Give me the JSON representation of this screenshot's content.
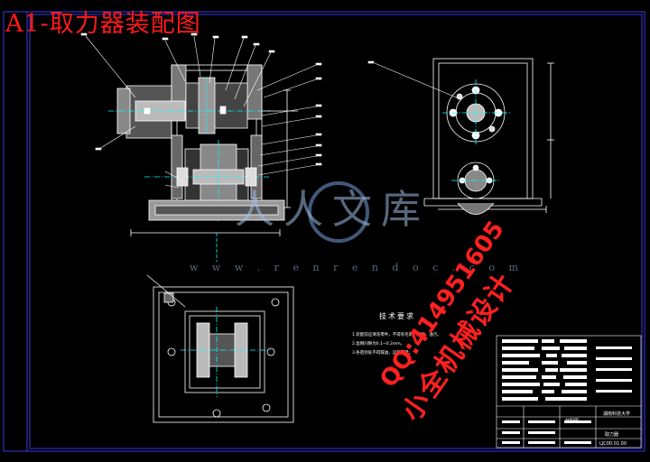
{
  "title_overlay": "A1-取力器装配图",
  "watermark": {
    "text": "人人文库",
    "url": "w w w . r e n r e n d o c . c o m"
  },
  "promo": {
    "qq": "QQ:414951605",
    "designer": "小全机械设计"
  },
  "tech_requirements": {
    "title": "技术要求",
    "lines": [
      "1.装配前应清洗零件，不得有毛刺、锈蚀、油污。",
      "2.齿侧间隙为0.1~0.2mm。",
      "3.各密封处不得漏油，运转平稳。"
    ]
  },
  "title_block": {
    "school": "湖南科技大学",
    "drawing_title": "装配图",
    "part_name": "取力器",
    "drawing_number": "LJC00.01.00"
  },
  "colors": {
    "background": "#000000",
    "border": "#3a3ae6",
    "lines": "#ffffff",
    "red": "#ff1a1a",
    "cyan": "#00ffff"
  }
}
